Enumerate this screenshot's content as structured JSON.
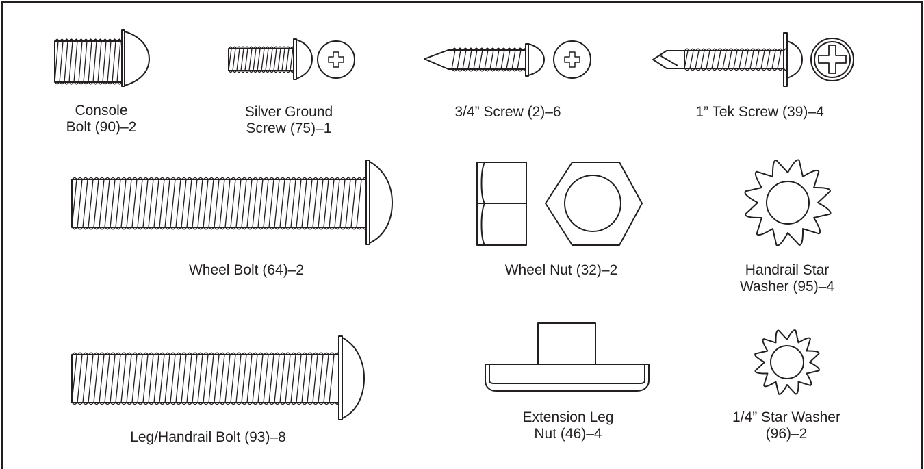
{
  "parts": [
    {
      "id": "console-bolt",
      "line1": "Console",
      "line2": "Bolt (90)–2"
    },
    {
      "id": "silver-ground-screw",
      "line1": "Silver Ground",
      "line2": "Screw (75)–1"
    },
    {
      "id": "three-quarter-screw",
      "line1": "3/4” Screw (2)–6",
      "line2": ""
    },
    {
      "id": "tek-screw",
      "line1": "1” Tek Screw (39)–4",
      "line2": ""
    },
    {
      "id": "wheel-bolt",
      "line1": "Wheel Bolt (64)–2",
      "line2": ""
    },
    {
      "id": "wheel-nut",
      "line1": "Wheel Nut (32)–2",
      "line2": ""
    },
    {
      "id": "handrail-star-washer",
      "line1": "Handrail Star",
      "line2": "Washer (95)–4"
    },
    {
      "id": "leg-handrail-bolt",
      "line1": "Leg/Handrail Bolt (93)–8",
      "line2": ""
    },
    {
      "id": "extension-leg-nut",
      "line1": "Extension Leg",
      "line2": "Nut (46)–4"
    },
    {
      "id": "quarter-star-washer",
      "line1": "1/4” Star Washer",
      "line2": "(96)–2"
    }
  ],
  "colors": {
    "ink": "#231f20",
    "background": "#ffffff"
  }
}
